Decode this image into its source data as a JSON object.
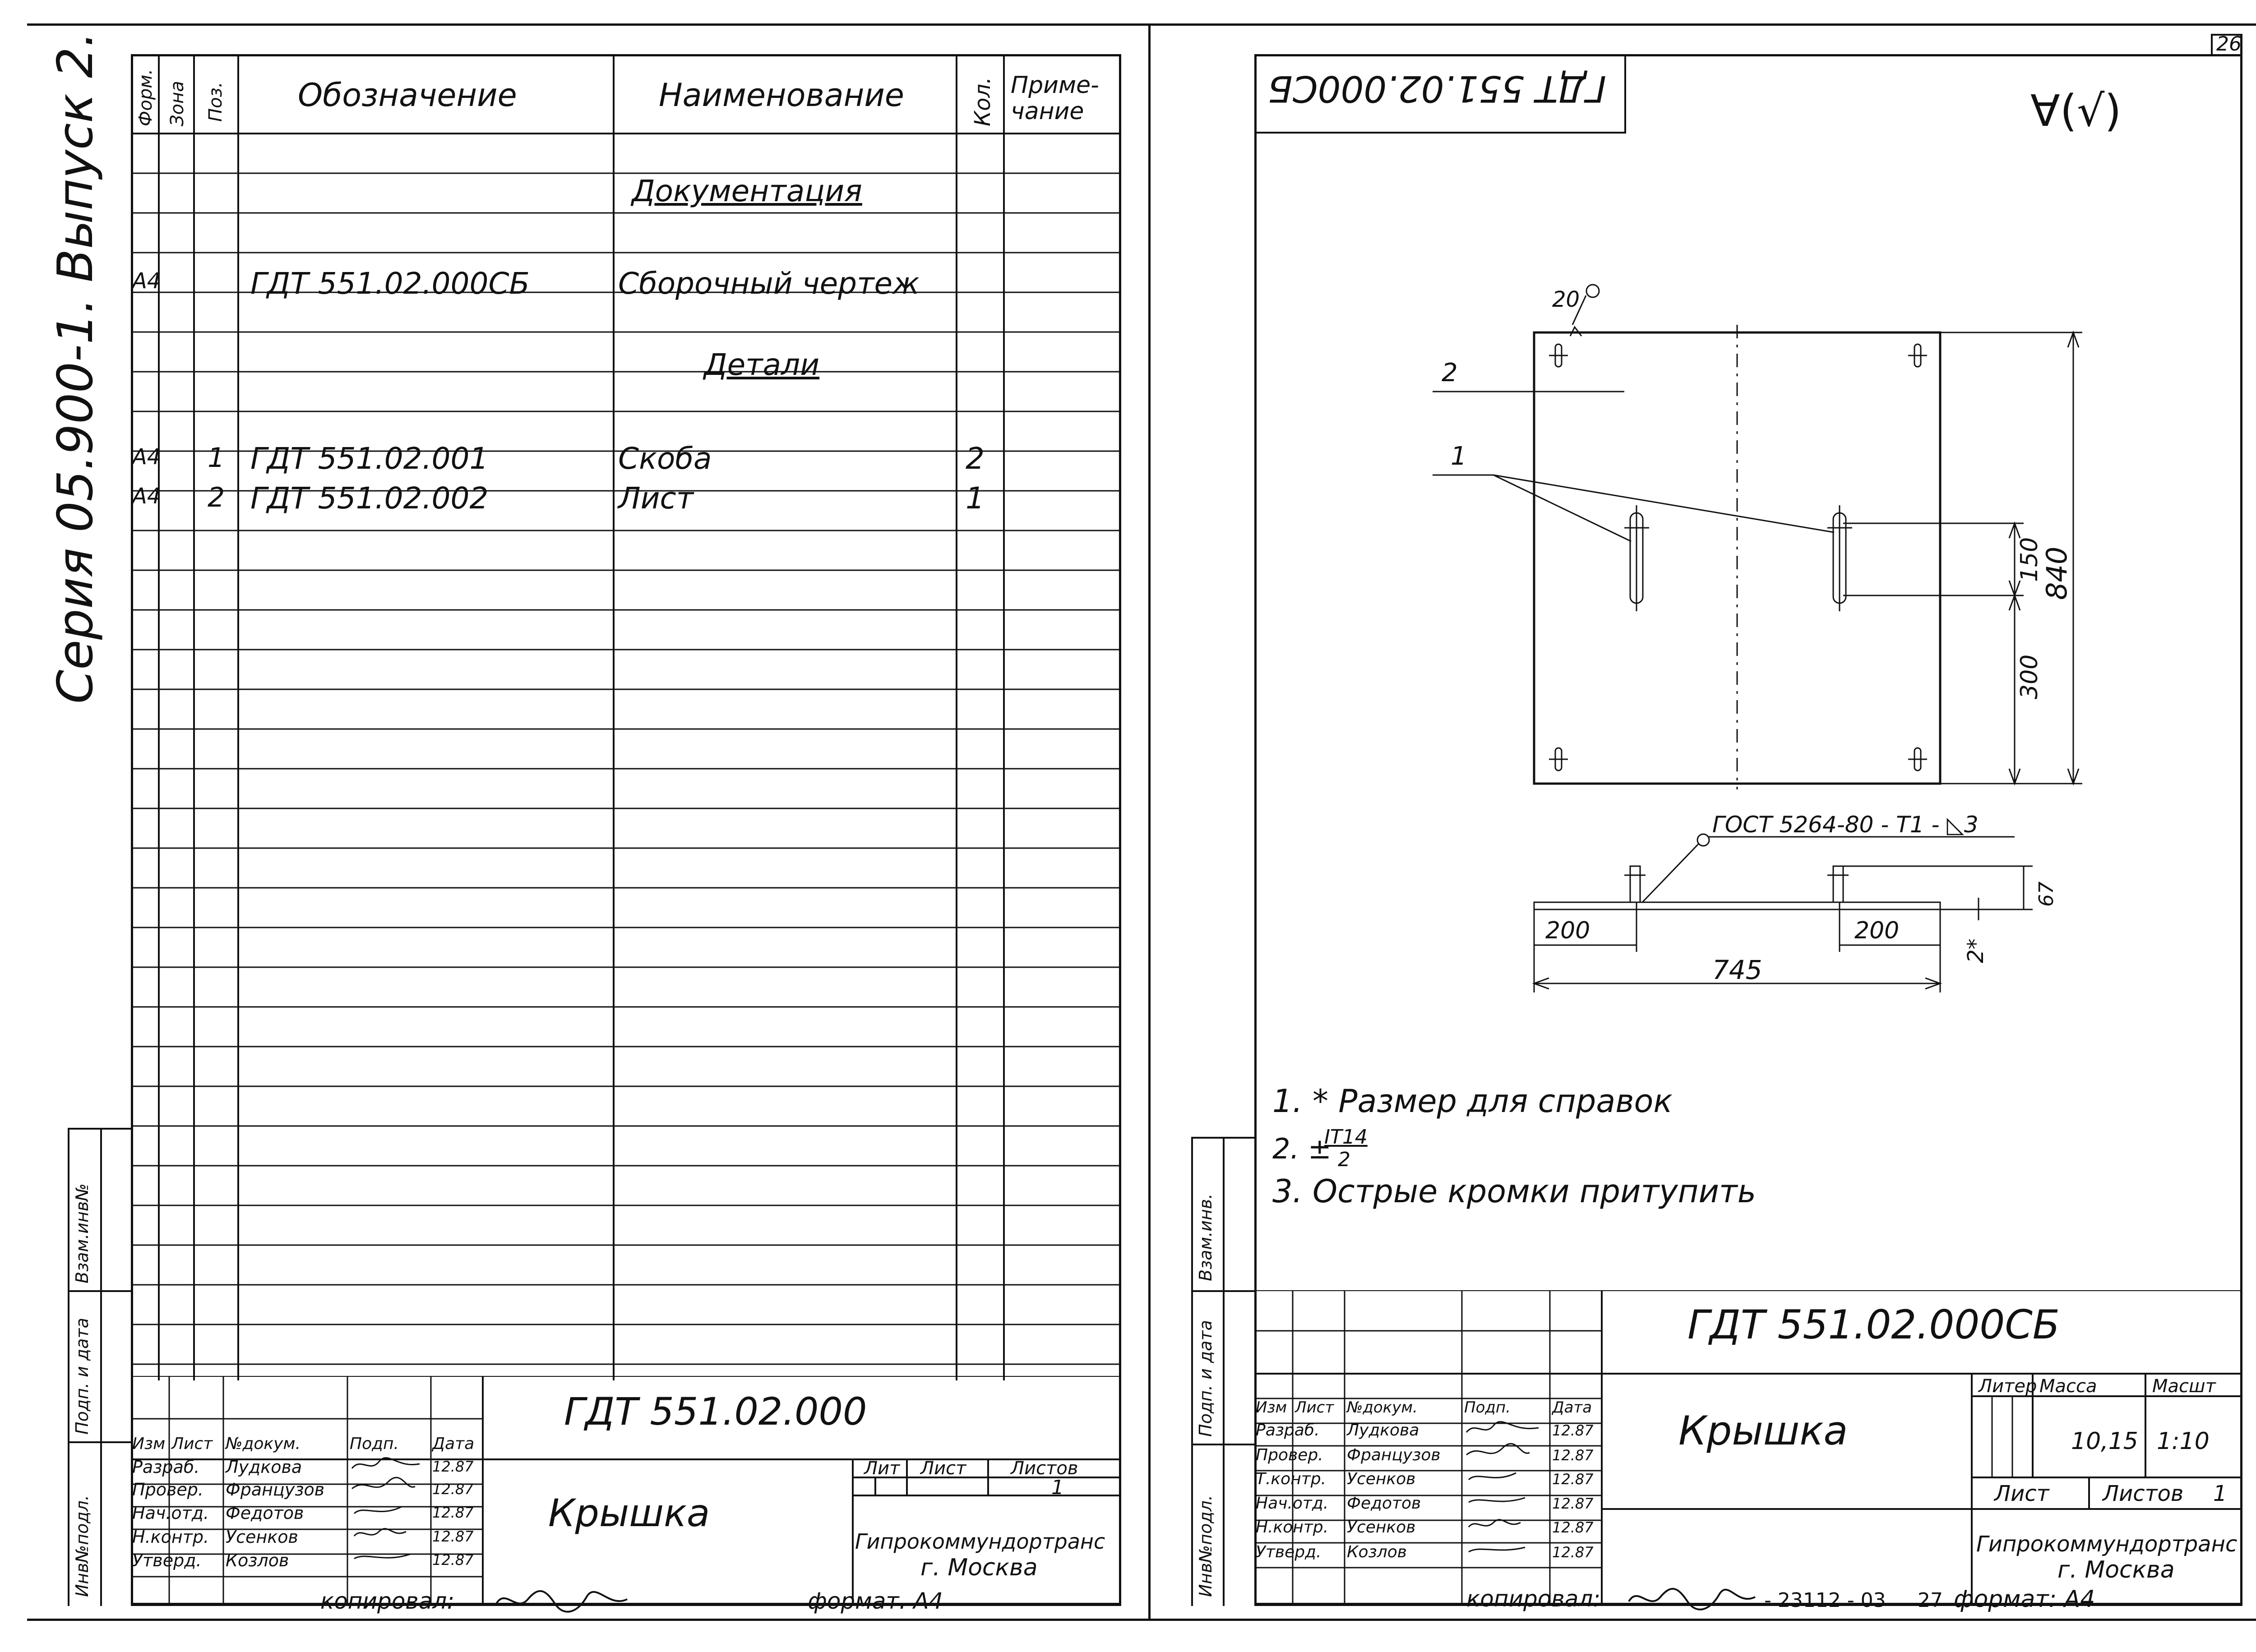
{
  "series_label": "Серия 05.900-1. Выпуск 2.",
  "sheet_number": "26",
  "left_side_stamps": [
    "Инв№подл.",
    "Подп. и дата",
    "Взам.инв№"
  ],
  "right_side_stamps": [
    "Инв№подл.",
    "Подп. и дата",
    "Взам.инв."
  ],
  "spec": {
    "headers": [
      "Форм.",
      "Зона",
      "Поз.",
      "Обозначение",
      "Наименование",
      "Кол.",
      "Приме-чание"
    ],
    "section_docs": "Документация",
    "section_parts": "Детали",
    "rows": [
      {
        "format": "А4",
        "pos": "",
        "designation": "ГДТ 551.02.000СБ",
        "name": "Сборочный чертеж",
        "qty": ""
      },
      {
        "format": "А4",
        "pos": "1",
        "designation": "ГДТ 551.02.001",
        "name": "Скоба",
        "qty": "2"
      },
      {
        "format": "А4",
        "pos": "2",
        "designation": "ГДТ 551.02.002",
        "name": "Лист",
        "qty": "1"
      }
    ]
  },
  "title_left": {
    "code": "ГДТ 551.02.000",
    "name": "Крышка",
    "header_cols": [
      "Изм",
      "Лист",
      "№докум.",
      "Подп.",
      "Дата"
    ],
    "people": [
      {
        "role": "Разраб.",
        "name": "Лудкова",
        "date": "12.87"
      },
      {
        "role": "Провер.",
        "name": "Французов",
        "date": "12.87"
      },
      {
        "role": "Нач.отд.",
        "name": "Федотов",
        "date": "12.87"
      },
      {
        "role": "Н.контр.",
        "name": "Усенков",
        "date": "12.87"
      },
      {
        "role": "Утверд.",
        "name": "Козлов",
        "date": "12.87"
      }
    ],
    "lit_label": "Лит",
    "sheet_label": "Лист",
    "sheets_label": "Листов",
    "sheets_value": "1",
    "org": "Гипрокоммундортранс",
    "city": "г. Москва",
    "copied": "копировал:",
    "format": "формат. А4"
  },
  "drawing": {
    "mirror_code": "ГДТ 551.02.000СБ",
    "roughness": "∀(√)",
    "label_20": "20",
    "pos_1": "1",
    "pos_2": "2",
    "dim_150": "150",
    "dim_300": "300",
    "dim_840": "840",
    "weld_spec": "ГОСТ 5264-80 - Т1 - ◺3",
    "dim_200a": "200",
    "dim_200b": "200",
    "dim_745": "745",
    "dim_67": "67",
    "dim_2": "2*",
    "notes": [
      "1. * Размер для справок",
      "2. ±",
      "3. Острые кромки притупить"
    ],
    "tol_num": "IT14",
    "tol_den": "2"
  },
  "title_right": {
    "code": "ГДТ 551.02.000СБ",
    "name": "Крышка",
    "header_cols": [
      "Изм",
      "Лист",
      "№докум.",
      "Подп.",
      "Дата"
    ],
    "people": [
      {
        "role": "Разраб.",
        "name": "Лудкова",
        "date": "12.87"
      },
      {
        "role": "Провер.",
        "name": "Французов",
        "date": "12.87"
      },
      {
        "role": "Т.контр.",
        "name": "Усенков",
        "date": "12.87"
      },
      {
        "role": "Нач.отд.",
        "name": "Федотов",
        "date": "12.87"
      },
      {
        "role": "Н.контр.",
        "name": "Усенков",
        "date": "12.87"
      },
      {
        "role": "Утверд.",
        "name": "Козлов",
        "date": "12.87"
      }
    ],
    "liter_label": "Литер",
    "mass_label": "Масса",
    "scale_label": "Масшт",
    "mass": "10,15",
    "scale": "1:10",
    "sheet_label": "Лист",
    "sheets_label": "Листов",
    "sheets_value": "1",
    "org": "Гипрокоммундортранс",
    "city": "г. Москва",
    "copied": "копировал:",
    "order_no": "- 23112 - 03",
    "page_no": "27",
    "format": "формат: А4"
  }
}
